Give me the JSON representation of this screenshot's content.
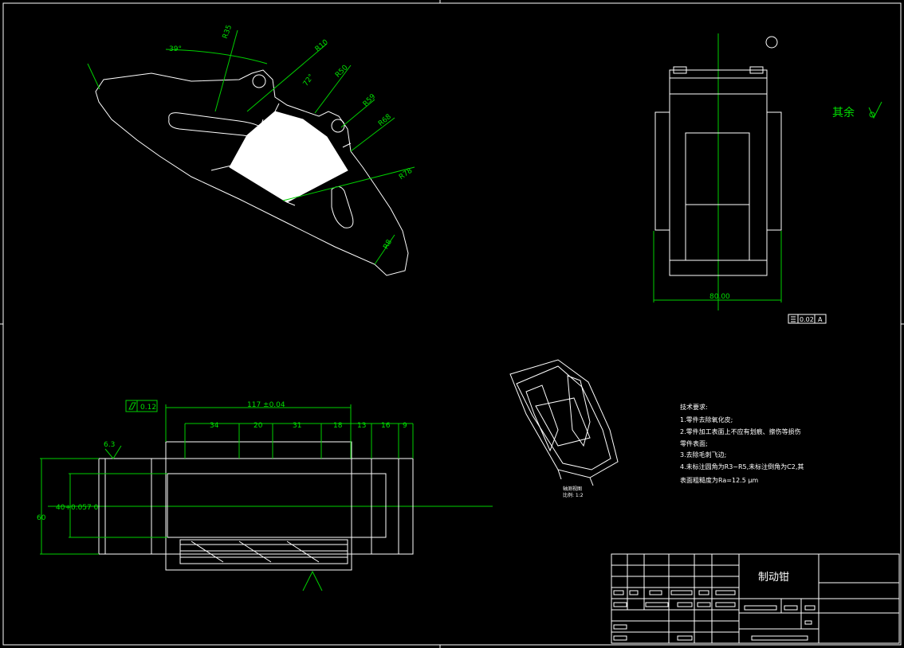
{
  "title_block": {
    "part_name": "制动钳"
  },
  "surface_finish": {
    "label": "其余"
  },
  "tech_req": {
    "heading": "技术要求:",
    "lines": [
      "1.零件去除氧化皮;",
      "2.零件加工表面上不应有划痕、擦伤等损伤",
      "零件表面;",
      "3.去除毛刺飞边;",
      "4.未标注圆角为R3~R5,未标注倒角为C2,其",
      "表面粗糙度为Ra=12.5        μm"
    ]
  },
  "iso_label": {
    "line1": "轴测视图",
    "line2": "比例: 1:2"
  },
  "dims": {
    "angle": "39°",
    "r35": "R35",
    "r10": "R10",
    "r50": "R50",
    "r59": "R59",
    "r68": "R68",
    "r78": "R78",
    "r8": "R8",
    "n72": "72°",
    "w80": "80.00",
    "flat": "0.02",
    "datum": "A",
    "len117": "117 ±0.04",
    "d34": "34",
    "d20": "20",
    "d31": "31",
    "d18": "18",
    "d13": "13",
    "d16": "16",
    "d9": "9",
    "h60": "60",
    "h40": "40+0.057 0",
    "cyl": "0.12",
    "ra63": "6.3"
  }
}
